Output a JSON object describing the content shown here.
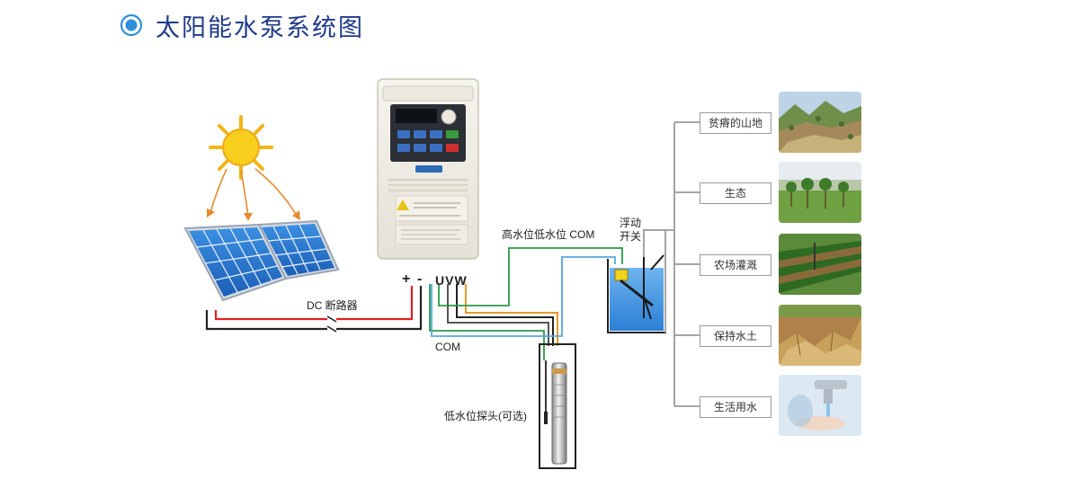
{
  "title": "太阳能水泵系统图",
  "labels": {
    "dc_breaker": "DC 断路器",
    "plus": "+",
    "minus": "-",
    "uvw": "UVW",
    "level_com": "高水位低水位 COM",
    "float_switch_line1": "浮动",
    "float_switch_line2": "开关",
    "com": "COM",
    "probe": "低水位探头(可选)"
  },
  "applications": [
    {
      "label": "贫瘠的山地",
      "icon": "mountain-photo"
    },
    {
      "label": "生态",
      "icon": "forest-photo"
    },
    {
      "label": "农场灌溉",
      "icon": "irrigation-photo"
    },
    {
      "label": "保持水土",
      "icon": "soil-photo"
    },
    {
      "label": "生活用水",
      "icon": "water-tap-photo"
    }
  ],
  "colors": {
    "title": "#1f3a8a",
    "bullet": "#2e8fd8",
    "wire_red": "#e02020",
    "wire_black": "#222222",
    "wire_green": "#2a9a4a",
    "wire_orange": "#e89a2a",
    "wire_blue": "#58a8e0",
    "water": "#3a8ee0"
  }
}
